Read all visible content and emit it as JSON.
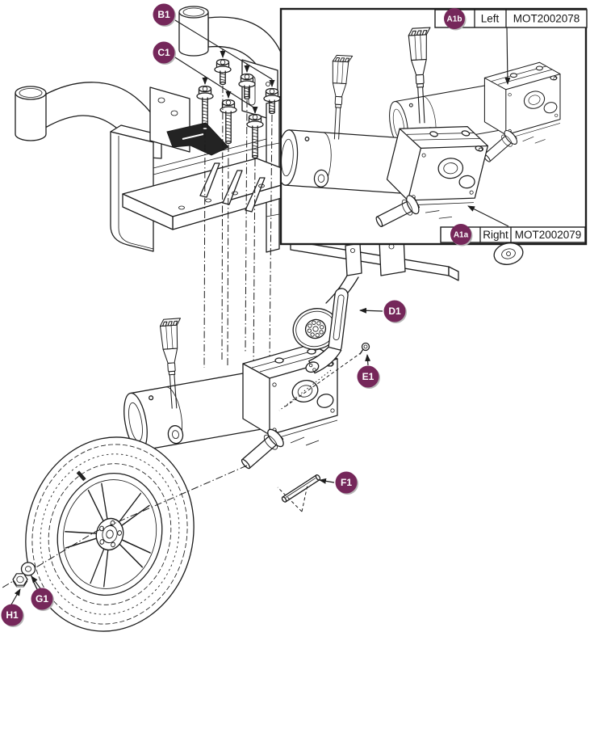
{
  "colors": {
    "badge_fill": "#75275a",
    "badge_text": "#ffffff",
    "line": "#1c1c1c",
    "background": "#ffffff"
  },
  "callouts": {
    "b1": "B1",
    "c1": "C1",
    "d1": "D1",
    "e1": "E1",
    "f1": "F1",
    "g1": "G1",
    "h1": "H1"
  },
  "inset_table": {
    "left": {
      "badge": "A1b",
      "side_label": "Left",
      "part_number": "MOT2002078"
    },
    "right": {
      "badge": "A1a",
      "side_label": "Right",
      "part_number": "MOT2002079"
    }
  }
}
